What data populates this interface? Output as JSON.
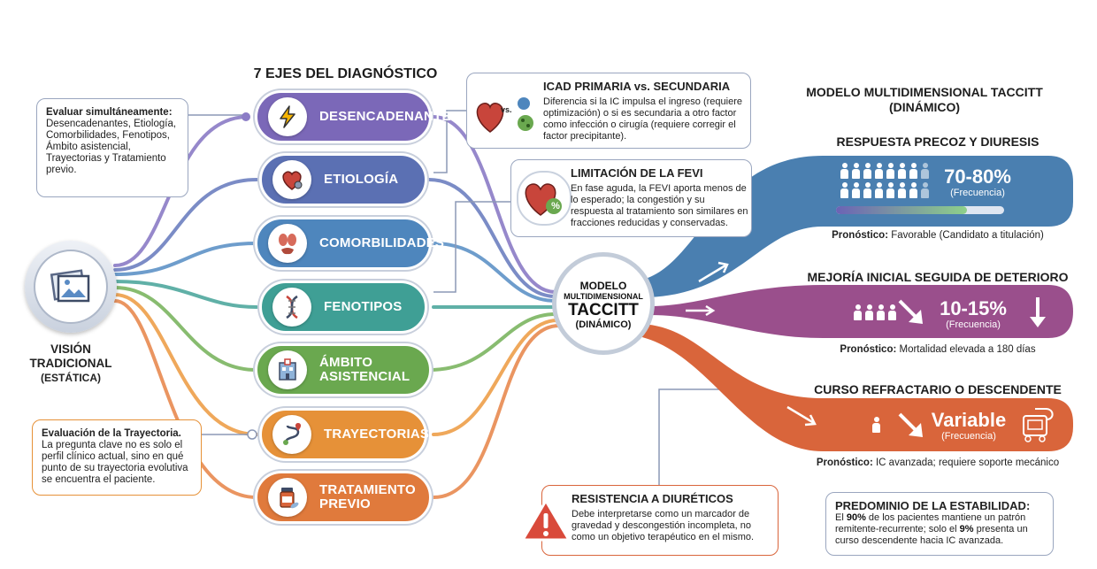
{
  "left": {
    "intro_box": {
      "title": "Evaluar simultáneamente:",
      "text": "Desencadenantes, Etiología, Comorbilidades, Fenotipos, Ámbito asistencial, Trayectorias y Tratamiento previo."
    },
    "vision": {
      "line1": "VISIÓN",
      "line2": "TRADICIONAL",
      "line3": "(ESTÁTICA)"
    },
    "trajectory_box": {
      "title": "Evaluación de la Trayectoria.",
      "text": "La pregunta clave no es solo el perfil clínico actual, sino en qué punto de su trayectoria evolutiva se encuentra el paciente."
    }
  },
  "axes": {
    "title": "7 EJES DEL DIAGNÓSTICO",
    "items": [
      {
        "label": "DESENCADENANTES",
        "icon": "lightning-icon",
        "color": "#7b68b8"
      },
      {
        "label": "ETIOLOGÍA",
        "icon": "heart-gear-icon",
        "color": "#5b70b3"
      },
      {
        "label": "COMORBILIDADES",
        "icon": "organs-icon",
        "color": "#4e86bd"
      },
      {
        "label": "FENOTIPOS",
        "icon": "dna-icon",
        "color": "#3f9f95"
      },
      {
        "label": "ÁMBITO ASISTENCIAL",
        "line1": "ÁMBITO",
        "line2": "ASISTENCIAL",
        "icon": "hospital-icon",
        "color": "#6aa84f"
      },
      {
        "label": "TRAYECTORIAS",
        "icon": "route-icon",
        "color": "#e69138"
      },
      {
        "label": "TRATAMIENTO PREVIO",
        "line1": "TRATAMIENTO",
        "line2": "PREVIO",
        "icon": "pill-bottle-icon",
        "color": "#e07a3c"
      }
    ]
  },
  "icad": {
    "title": "ICAD PRIMARIA vs. SECUNDARIA",
    "vs": "vs.",
    "text": "Diferencia si la IC impulsa el ingreso (requiere optimización) o si es secundaria a otro factor como infección o cirugía (requiere corregir el factor precipitante)."
  },
  "fevi": {
    "title": "LIMITACIÓN DE LA FEVI",
    "percent": "%",
    "text": "En fase aguda, la FEVI aporta menos de lo esperado; la congestión y su respuesta al tratamiento son similares en fracciones reducidas y conservadas."
  },
  "hub": {
    "line1": "MODELO",
    "line2": "MULTIDIMENSIONAL",
    "line3": "TACCITT",
    "line4": "(DINÁMICO)"
  },
  "model": {
    "title_line1": "MODELO MULTIDIMENSIONAL TACCITT",
    "title_line2": "(DINÁMICO)",
    "outcomes": [
      {
        "title": "RESPUESTA PRECOZ Y DIURESIS",
        "value": "70-80%",
        "freq": "(Frecuencia)",
        "progress": 0.78,
        "prog_label": "Pronóstico:",
        "prog_text": "Favorable (Candidato a titulación)",
        "color": "#4a7fb0"
      },
      {
        "title": "MEJORÍA INICIAL SEGUIDA DE DETERIORO",
        "value": "10-15%",
        "freq": "(Frecuencia)",
        "prog_label": "Pronóstico:",
        "prog_text": "Mortalidad elevada a 180 días",
        "color": "#9a4f8c"
      },
      {
        "title": "CURSO REFRACTARIO O DESCENDENTE",
        "value": "Variable",
        "freq": "(Frecuencia)",
        "prog_label": "Pronóstico:",
        "prog_text": "IC avanzada; requiere soporte mecánico",
        "color": "#d9653b"
      }
    ]
  },
  "diuretics": {
    "title": "RESISTENCIA A DIURÉTICOS",
    "text": "Debe interpretarse como un marcador de gravedad y descongestión incompleta, no como un objetivo terapéutico en el mismo."
  },
  "stability": {
    "title": "PREDOMINIO DE LA ESTABILIDAD:",
    "t1": "El ",
    "p1": "90%",
    "t2": " de los pacientes mantiene un patrón remitente-recurrente; solo el ",
    "p2": "9%",
    "t3": " presenta un curso descendente hacia IC avanzada."
  }
}
